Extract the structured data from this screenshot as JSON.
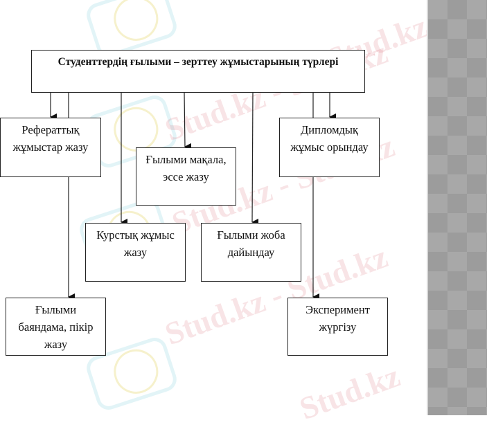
{
  "diagram": {
    "title": "Студенттердің ғылыми – зерттеу жұмыстарының түрлері",
    "nodes": [
      {
        "id": "referat",
        "label": "Рефераттық жұмыстар жазу"
      },
      {
        "id": "article",
        "label": "Ғылыми мақала, эссе жазу"
      },
      {
        "id": "diploma",
        "label": "Дипломдық жұмыс орындау"
      },
      {
        "id": "course",
        "label": "Курстық жұмыс жазу"
      },
      {
        "id": "project",
        "label": "Ғылыми жоба дайындау"
      },
      {
        "id": "report",
        "label": "Ғылыми баяндама, пікір жазу"
      },
      {
        "id": "experiment",
        "label": "Эксперимент жүргізу"
      }
    ],
    "edges": [
      {
        "from": "title",
        "to": "referat"
      },
      {
        "from": "title",
        "to": "report"
      },
      {
        "from": "title",
        "to": "course"
      },
      {
        "from": "title",
        "to": "article"
      },
      {
        "from": "title",
        "to": "project"
      },
      {
        "from": "title",
        "to": "experiment"
      },
      {
        "from": "title",
        "to": "diploma"
      }
    ]
  },
  "watermark": {
    "text": "Stud.kz",
    "text_alt": "Stud.kz - Stud.kz",
    "colors": {
      "text": "#d65a64",
      "logo_frame": "#96d7e1",
      "logo_ring": "#e6d76e"
    }
  },
  "side_panel": {
    "color": "#a8a8a8"
  }
}
